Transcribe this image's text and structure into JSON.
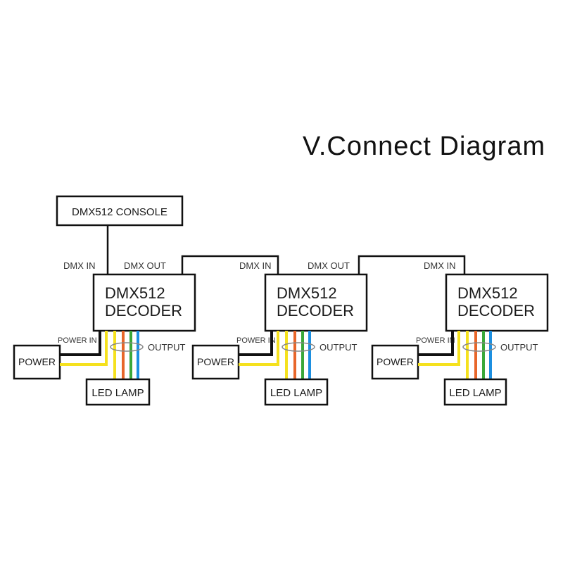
{
  "title": "V.Connect Diagram",
  "console": {
    "label": "DMX512 CONSOLE"
  },
  "colors": {
    "wire_black": "#111111",
    "wire_yellow": "#f5e11e",
    "wire_orange": "#e8662a",
    "wire_green": "#3aa83a",
    "wire_blue": "#1c8fe0",
    "bundle_ring": "#888888"
  },
  "decoders": [
    {
      "line1": "DMX512",
      "line2": "DECODER",
      "dmx_in_label": "DMX IN",
      "dmx_out_label": "DMX OUT",
      "power_in_label": "POWER IN",
      "output_label": "OUTPUT",
      "power_label": "POWER",
      "lamp_label": "LED LAMP"
    },
    {
      "line1": "DMX512",
      "line2": "DECODER",
      "dmx_in_label": "DMX IN",
      "dmx_out_label": "DMX OUT",
      "power_in_label": "POWER IN",
      "output_label": "OUTPUT",
      "power_label": "POWER",
      "lamp_label": "LED LAMP"
    },
    {
      "line1": "DMX512",
      "line2": "DECODER",
      "dmx_in_label": "DMX IN",
      "dmx_out_label": null,
      "power_in_label": "POWER IN",
      "output_label": "OUTPUT",
      "power_label": "POWER",
      "lamp_label": "LED LAMP"
    }
  ],
  "connections": [
    {
      "from": "DMX512 CONSOLE",
      "to": "decoder-1",
      "via": "DMX IN"
    },
    {
      "from": "decoder-1",
      "to": "decoder-2",
      "via": "DMX OUT -> DMX IN"
    },
    {
      "from": "decoder-2",
      "to": "decoder-3",
      "via": "DMX OUT -> DMX IN"
    }
  ]
}
